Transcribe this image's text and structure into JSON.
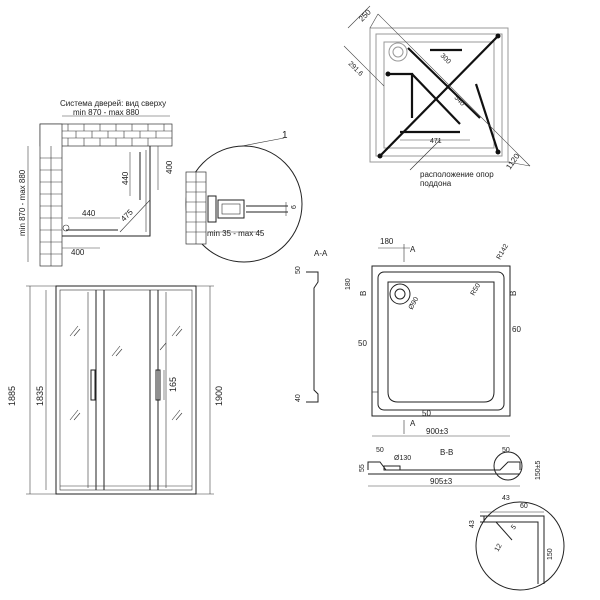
{
  "top_left": {
    "title": "Система дверей: вид сверху",
    "width_range": "min 870 - max 880",
    "height_range": "min 870 - max 880",
    "dims": [
      "400",
      "440",
      "440",
      "475",
      "400"
    ],
    "callout": "1",
    "detail_range": "min 35 - max 45",
    "detail_dim": "6"
  },
  "front_view": {
    "heights": [
      "1885",
      "1835",
      "1900"
    ],
    "handle": "165"
  },
  "tray_support": {
    "dims": [
      "250",
      "300",
      "291.6",
      "540",
      "471",
      "1120"
    ],
    "caption_line1": "расположение опор",
    "caption_line2": "поддона"
  },
  "tray_plan": {
    "section_label": "A-A",
    "dims": [
      "180",
      "180",
      "R142",
      "R50",
      "Ø90",
      "60",
      "50",
      "50",
      "50",
      "40"
    ],
    "section_marks": [
      "A",
      "A",
      "B",
      "B"
    ],
    "width": "900±3"
  },
  "tray_section": {
    "label": "B-B",
    "dims": [
      "50",
      "50",
      "Ø130",
      "55",
      "150±5",
      "905±3"
    ],
    "detail_dims": [
      "43",
      "60",
      "43",
      "5",
      "12",
      "150"
    ]
  }
}
